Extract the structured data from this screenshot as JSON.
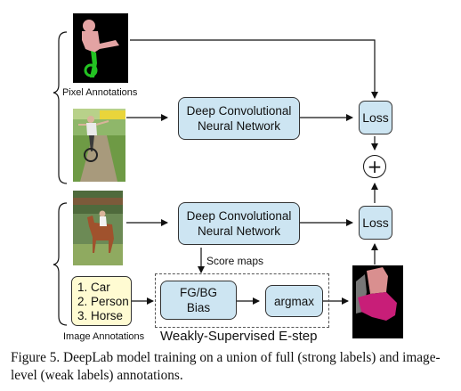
{
  "pixel_annotations_label": "Pixel Annotations",
  "image_annotations_label": "Image Annotations",
  "dcnn_top_label": "Deep Convolutional\nNeural Network",
  "dcnn_bottom_label": "Deep Convolutional\nNeural Network",
  "loss_top_label": "Loss",
  "loss_bottom_label": "Loss",
  "plus_symbol": "+",
  "score_maps_label": "Score maps",
  "weak_labels": [
    "1. Car",
    "2. Person",
    "3. Horse"
  ],
  "fgbg_label": "FG/BG\nBias",
  "argmax_label": "argmax",
  "estep_label": "Weakly-Supervised E-step",
  "caption": "Figure 5. DeepLab model training on a union of full (strong labels) and image-level (weak labels) annotations.",
  "colors": {
    "node_fill": "#cde5f2",
    "labels_fill": "#fffbd2",
    "seg_background": "#000000",
    "seg_person": "#e3a3a3",
    "seg_bicycle": "#23c322",
    "seg_horse": "#c81e78",
    "seg_rider": "#d98f8f"
  }
}
